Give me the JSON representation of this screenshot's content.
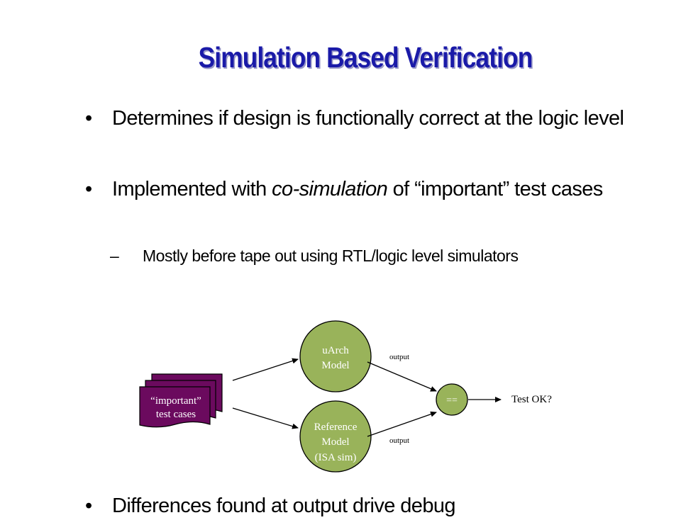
{
  "slide": {
    "title": "Simulation Based Verification",
    "bullets": [
      {
        "marker": "•",
        "text": "Determines if design is functionally correct at the logic level"
      },
      {
        "marker": "•",
        "text_before": "Implemented with ",
        "text_emph": "co-simulation",
        "text_after": " of “important” test cases"
      }
    ],
    "sub_bullets": [
      {
        "marker": "–",
        "text": "Mostly before tape out using RTL/logic level simulators"
      }
    ],
    "last_bullet": {
      "marker": "•",
      "text": "Differences found at output drive debug"
    }
  },
  "diagram": {
    "test_cases_line1": "“important”",
    "test_cases_line2": "test cases",
    "uarch_line1": "uArch",
    "uarch_line2": "Model",
    "ref_line1": "Reference",
    "ref_line2": "Model",
    "ref_line3": "(ISA sim)",
    "compare_label": "==",
    "output_top": "output",
    "output_bottom": "output",
    "result_label": "Test OK?",
    "colors": {
      "model_fill": "#99b35a",
      "test_case_fill": "#6b0a5e",
      "title_color": "#1a1aa8"
    }
  }
}
